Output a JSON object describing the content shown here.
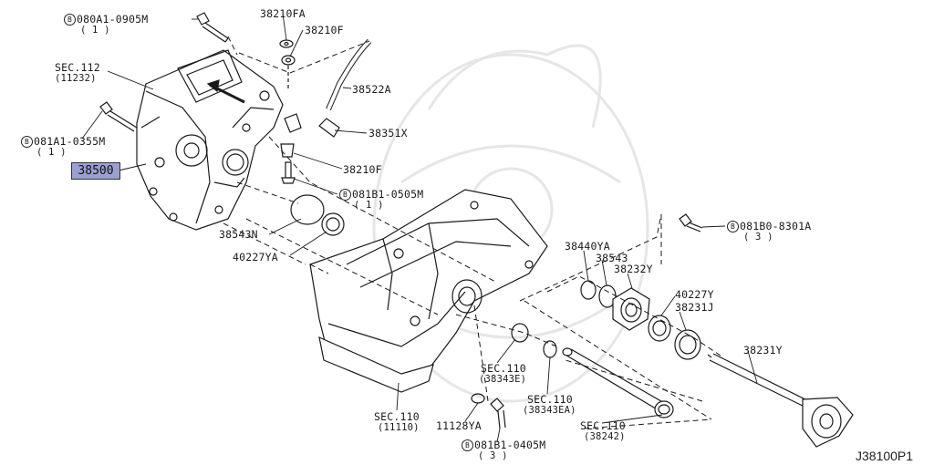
{
  "diagram_id": "J38100P1",
  "watermark": {
    "color": "#e6e6e6"
  },
  "highlight_color": "#9a9fd4",
  "bolt_symbol": "B",
  "labels": {
    "bolt_080a1": {
      "code": "080A1-0905M",
      "qty": "( 1 )"
    },
    "p38210fa": "38210FA",
    "p38210f_top": "38210F",
    "sec112": {
      "code": "SEC.112",
      "sub": "(11232)"
    },
    "p38522a": "38522A",
    "p38351x": "38351X",
    "bolt_081a1": {
      "code": "081A1-0355M",
      "qty": "( 1 )"
    },
    "p38500": "38500",
    "p38210f_low": "38210F",
    "bolt_081b1_0505": {
      "code": "081B1-0505M",
      "qty": "( 1 )"
    },
    "bolt_081b0": {
      "code": "081B0-8301A",
      "qty": "( 3 )"
    },
    "p38543n": "38543N",
    "p40227ya": "40227YA",
    "p38440ya": "38440YA",
    "p38543": "38543",
    "p38232y": "38232Y",
    "p40227y": "40227Y",
    "p38231j": "38231J",
    "p38231y": "38231Y",
    "sec110_38343e": {
      "code": "SEC.110",
      "sub": "(38343E)"
    },
    "sec110_38343ea": {
      "code": "SEC.110",
      "sub": "(38343EA)"
    },
    "sec110_11110": {
      "code": "SEC.110",
      "sub": "(11110)"
    },
    "sec110_38242": {
      "code": "SEC.110",
      "sub": "(38242)"
    },
    "p11128ya": "11128YA",
    "bolt_081b1_0405": {
      "code": "081B1-0405M",
      "qty": "( 3 )"
    }
  }
}
